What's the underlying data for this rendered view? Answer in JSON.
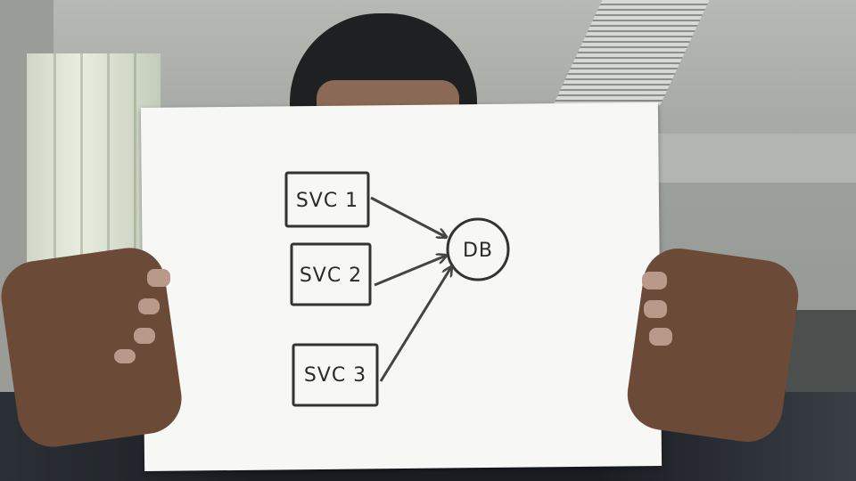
{
  "diagram": {
    "nodes": [
      {
        "id": "svc1",
        "label": "SVC 1",
        "shape": "rectangle"
      },
      {
        "id": "svc2",
        "label": "SVC 2",
        "shape": "rectangle"
      },
      {
        "id": "svc3",
        "label": "SVC 3",
        "shape": "rectangle"
      },
      {
        "id": "db",
        "label": "DB",
        "shape": "circle"
      }
    ],
    "edges": [
      {
        "from": "svc1",
        "to": "db"
      },
      {
        "from": "svc2",
        "to": "db"
      },
      {
        "from": "svc3",
        "to": "db"
      }
    ]
  }
}
